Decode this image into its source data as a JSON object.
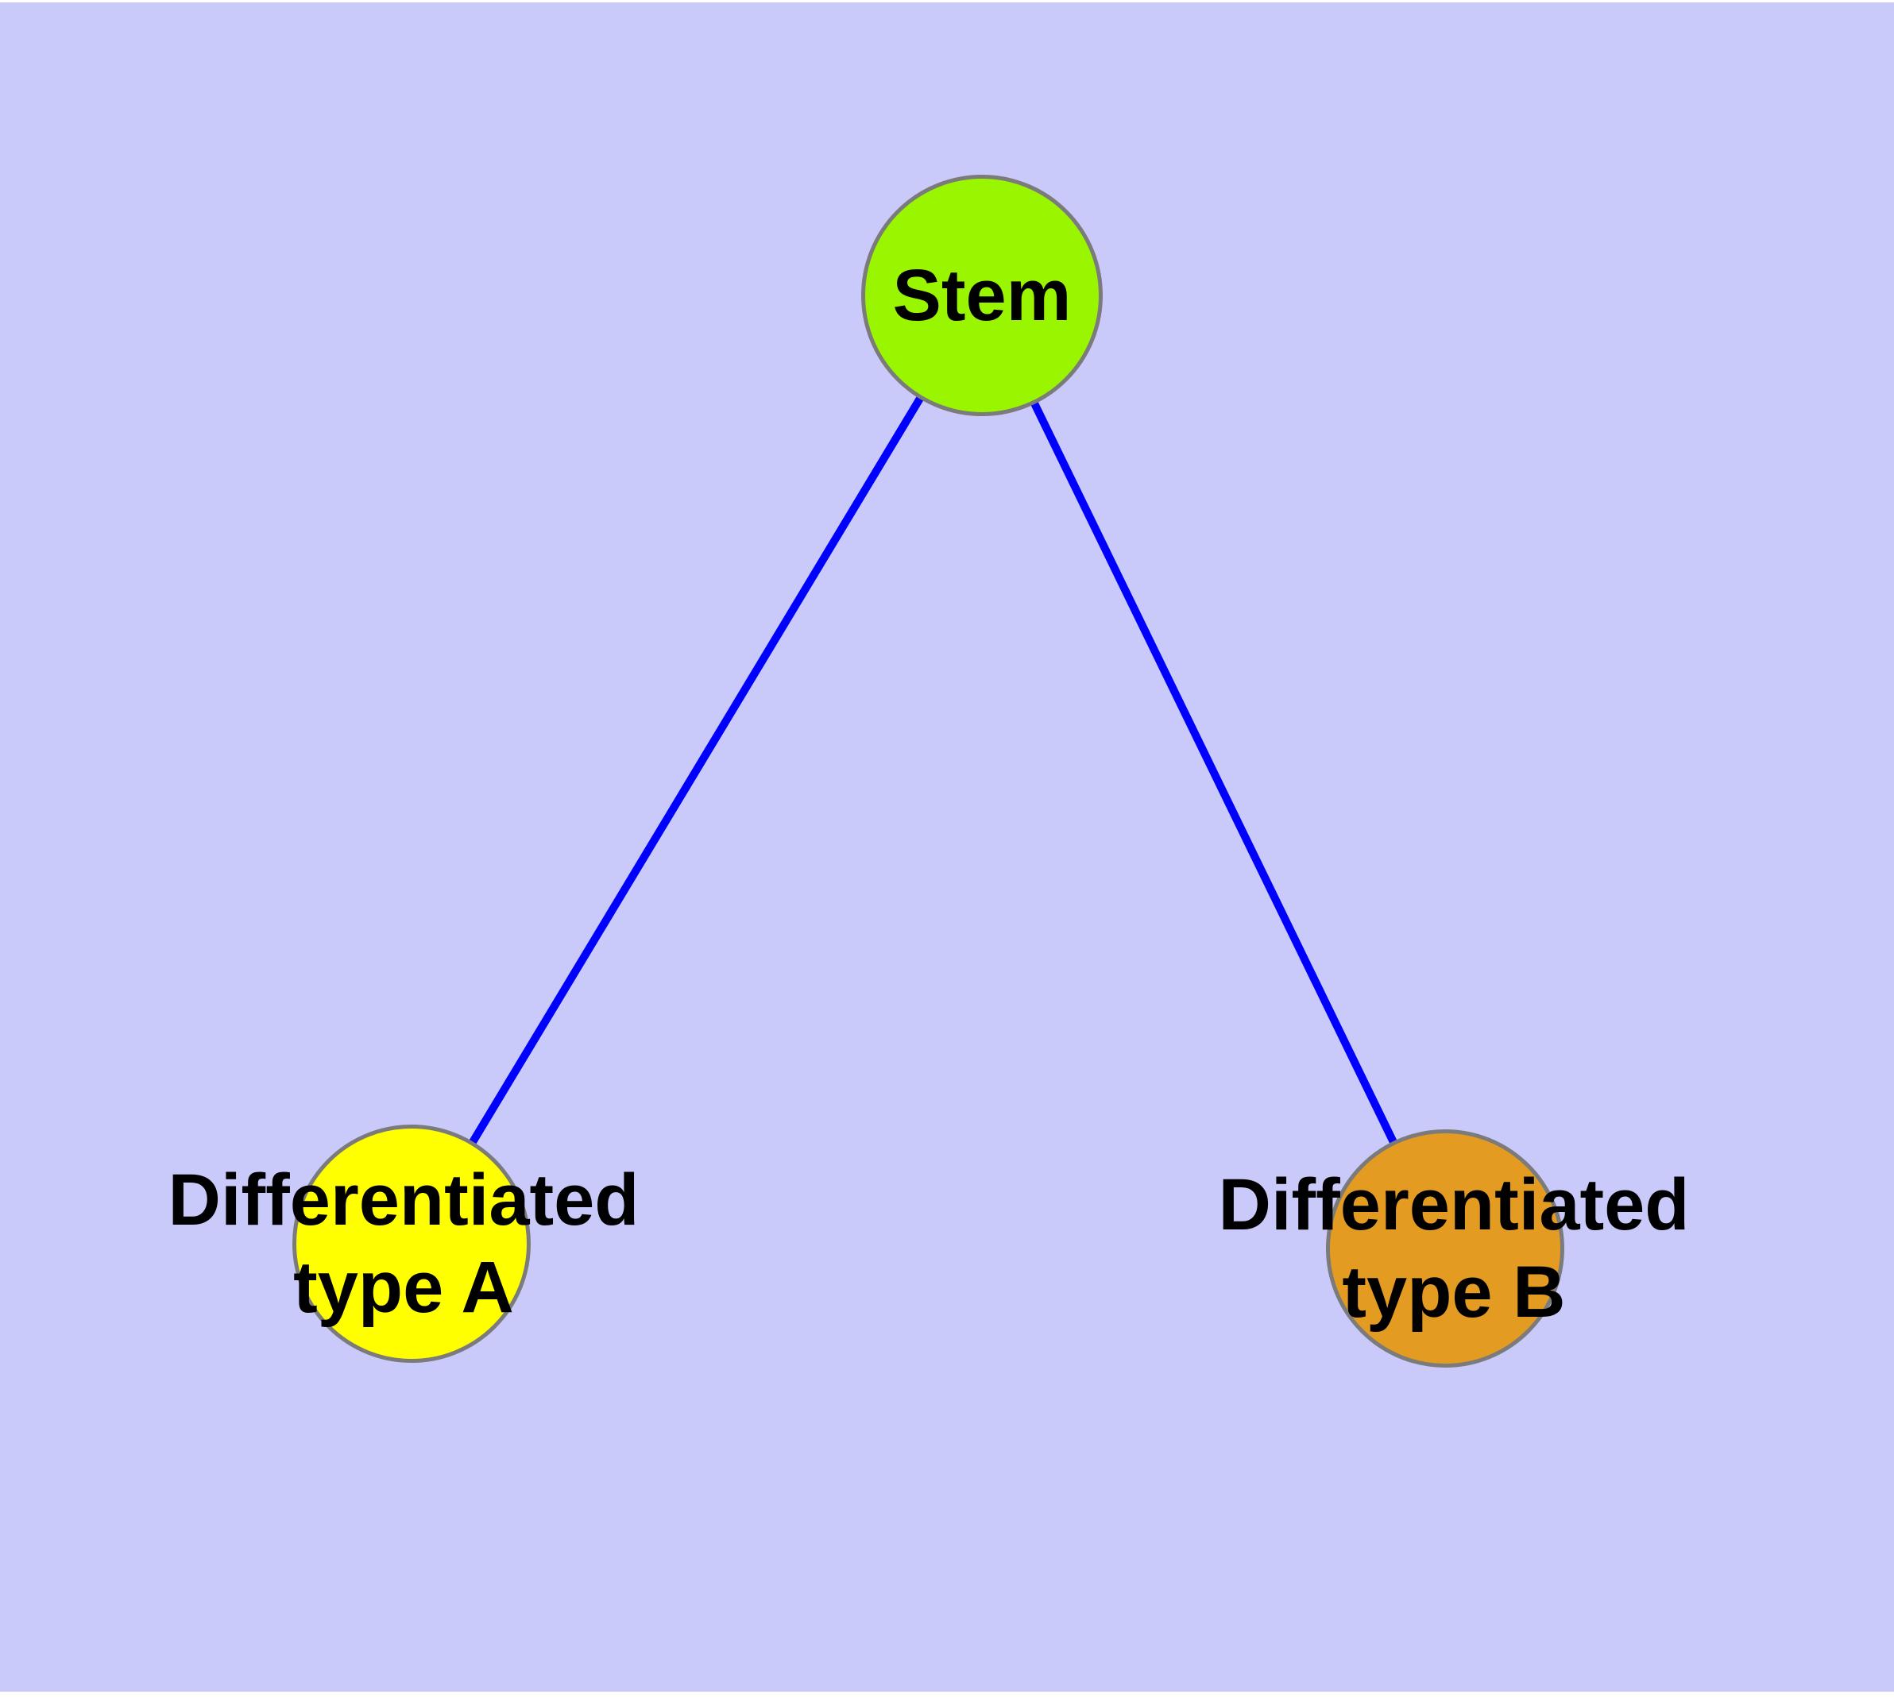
{
  "diagram": {
    "type": "node-link-graph",
    "background_color": "#cacafa",
    "frame_color": "#ffffff",
    "edge_color": "#0000ff",
    "node_border_color": "#7b7b7b",
    "label_color": "#000000",
    "nodes": [
      {
        "id": "stem",
        "label": "Stem",
        "color": "#9af500"
      },
      {
        "id": "differentiated-type-a",
        "label": "Differentiated\ntype A",
        "color": "#ffff00"
      },
      {
        "id": "differentiated-type-b",
        "label": "Differentiated\ntype B",
        "color": "#e39b21"
      }
    ],
    "edges": [
      {
        "from": "stem",
        "to": "differentiated-type-a"
      },
      {
        "from": "stem",
        "to": "differentiated-type-b"
      }
    ]
  }
}
